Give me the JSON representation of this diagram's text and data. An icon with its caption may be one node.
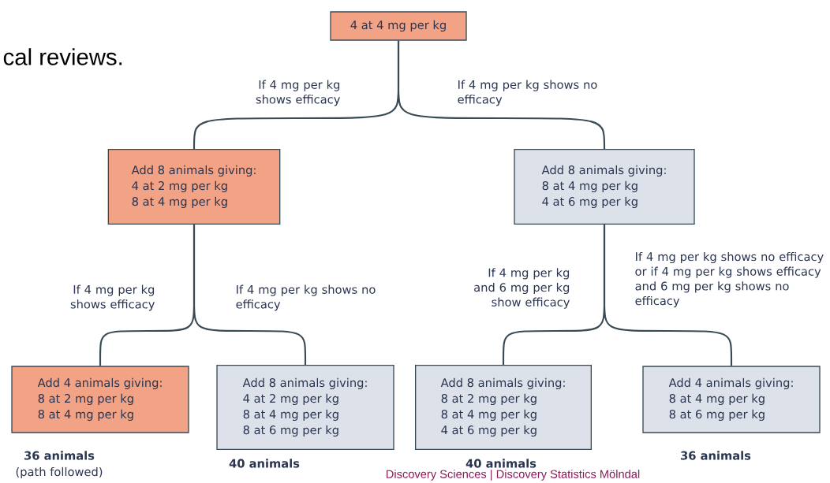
{
  "diagram": {
    "nodes": [
      {
        "text": [
          "4 at 4 mg per kg"
        ]
      },
      {
        "text": [
          "Add 8 animals giving:",
          "4 at 2 mg per kg",
          "8 at 4 mg per kg"
        ]
      },
      {
        "text": [
          "Add 8 animals giving:",
          "8 at 4 mg per kg",
          "4 at 6 mg per kg"
        ]
      },
      {
        "text": [
          "Add 4 animals giving:",
          "8 at 2 mg per kg",
          "8 at 4 mg per kg"
        ],
        "beside": [
          "36 animals",
          "(path followed)"
        ]
      },
      {
        "text": [
          "Add 8 animals giving:",
          "4 at 2 mg per kg",
          "8 at 4 mg per kg",
          "8 at 6 mg per kg"
        ],
        "beside": [
          "40 animals"
        ]
      },
      {
        "text": [
          "Add 8 animals giving:",
          "8 at 2 mg per kg",
          "8 at 4 mg per kg",
          "4 at 6 mg per kg"
        ],
        "beside": [
          "40 animals"
        ]
      },
      {
        "text": [
          "Add 4 animals giving:",
          "8 at 4 mg per kg",
          "8 at 6 mg per kg"
        ],
        "beside": [
          "36 animals"
        ]
      }
    ],
    "edges": [
      {
        "from": 0,
        "to": 1,
        "arrow": "none",
        "label": "If 4 mg per kg shows efficacy"
      },
      {
        "from": 0,
        "to": 2,
        "arrow": "none",
        "label": "If 4 mg per kg shows no efficacy"
      },
      {
        "from": 1,
        "to": 3,
        "arrow": "none",
        "label": "If 4 mg per kg shows efficacy"
      },
      {
        "from": 1,
        "to": 4,
        "arrow": "none",
        "label": "If 4 mg per kg shows no efficacy"
      },
      {
        "from": 2,
        "to": 5,
        "arrow": "none",
        "label": "If 4 mg per kg and 6 mg per kg show efficacy"
      },
      {
        "from": 2,
        "to": 6,
        "arrow": "none",
        "label": "If 4 mg per kg shows no efficacy or if 4 mg per kg shows efficacy and 6 mg per kg shows no efficacy"
      }
    ],
    "labels": [
      "cal reviews.",
      "Discovery Sciences | Discovery Statistics Mölndal"
    ]
  }
}
